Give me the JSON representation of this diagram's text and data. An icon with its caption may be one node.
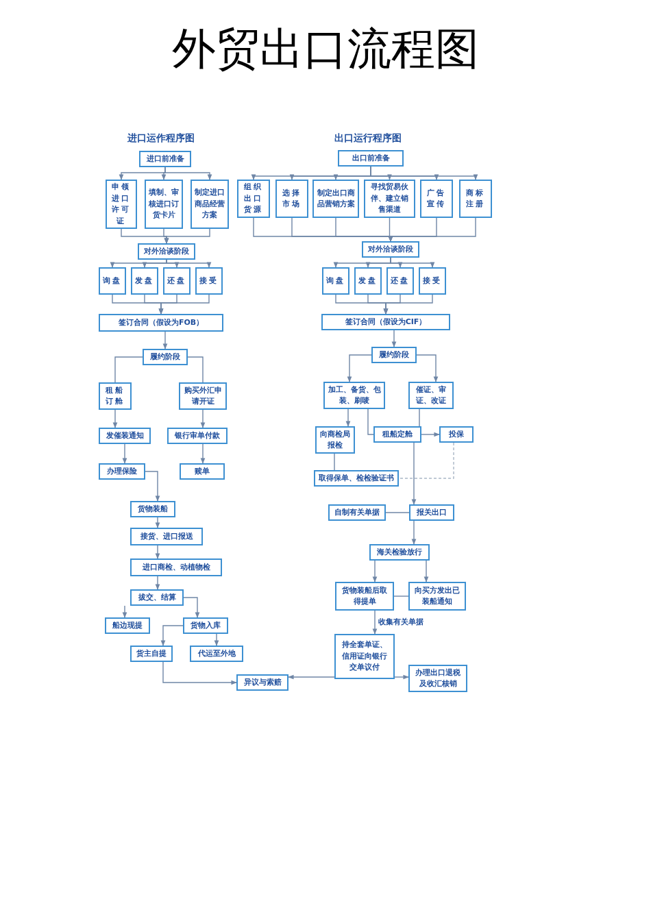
{
  "diagram": {
    "title": "外贸出口流程图",
    "nodes": [
      {
        "text": [
          "进口前准备"
        ]
      },
      {
        "text": [
          "申领进口许可证"
        ]
      },
      {
        "text": [
          "填制、审核进口订货卡片"
        ]
      },
      {
        "text": [
          "制定进口商品经营方案"
        ]
      },
      {
        "text": [
          "对外洽谈阶段"
        ]
      },
      {
        "text": [
          "询盘"
        ]
      },
      {
        "text": [
          "发盘"
        ]
      },
      {
        "text": [
          "还盘"
        ]
      },
      {
        "text": [
          "接受"
        ]
      },
      {
        "text": [
          "签订合同（假设为FOB）"
        ]
      },
      {
        "text": [
          "履约阶段"
        ]
      },
      {
        "text": [
          "租船订舱"
        ]
      },
      {
        "text": [
          "购买外汇申请开证"
        ]
      },
      {
        "text": [
          "发催装通知"
        ]
      },
      {
        "text": [
          "银行审单付款"
        ]
      },
      {
        "text": [
          "办理保险"
        ]
      },
      {
        "text": [
          "赎单"
        ]
      },
      {
        "text": [
          "货物装船"
        ]
      },
      {
        "text": [
          "接货、进口报送"
        ]
      },
      {
        "text": [
          "进口商检、动植物检"
        ]
      },
      {
        "text": [
          "拔交、结算"
        ]
      },
      {
        "text": [
          "船边现提"
        ]
      },
      {
        "text": [
          "货物入库"
        ]
      },
      {
        "text": [
          "货主自提"
        ]
      },
      {
        "text": [
          "代运至外地"
        ]
      },
      {
        "text": [
          "异议与索赔"
        ]
      },
      {
        "text": [
          "出口前准备"
        ]
      },
      {
        "text": [
          "组织出口货源"
        ]
      },
      {
        "text": [
          "选择市场"
        ]
      },
      {
        "text": [
          "制定出口商品营销方案"
        ]
      },
      {
        "text": [
          "寻找贸易伙伴、建立销售渠道"
        ]
      },
      {
        "text": [
          "广告宣传"
        ]
      },
      {
        "text": [
          "商标注册"
        ]
      },
      {
        "text": [
          "对外洽谈阶段"
        ]
      },
      {
        "text": [
          "询盘"
        ]
      },
      {
        "text": [
          "发盘"
        ]
      },
      {
        "text": [
          "还盘"
        ]
      },
      {
        "text": [
          "接受"
        ]
      },
      {
        "text": [
          "签订合同（假设为CIF）"
        ]
      },
      {
        "text": [
          "履约阶段"
        ]
      },
      {
        "text": [
          "加工、备货、包装、刷唛"
        ]
      },
      {
        "text": [
          "催证、审证、改证"
        ]
      },
      {
        "text": [
          "向商检局报检"
        ]
      },
      {
        "text": [
          "租船定舱"
        ]
      },
      {
        "text": [
          "投保"
        ]
      },
      {
        "text": [
          "取得保单、检检验证书"
        ]
      },
      {
        "text": [
          "自制有关单据"
        ]
      },
      {
        "text": [
          "报关出口"
        ]
      },
      {
        "text": [
          "海关检验放行"
        ]
      },
      {
        "text": [
          "货物装船后取得提单"
        ]
      },
      {
        "text": [
          "向买方发出已装船通知"
        ]
      },
      {
        "text": [
          "持全套单证、信用证向银行交单议付"
        ]
      },
      {
        "text": [
          "办理出口退税及收汇核销"
        ]
      }
    ],
    "edges": [
      {
        "from": 0,
        "to": 1,
        "arrow": "to"
      },
      {
        "from": 0,
        "to": 2,
        "arrow": "to"
      },
      {
        "from": 0,
        "to": 3,
        "arrow": "to"
      },
      {
        "from": 1,
        "to": 4,
        "arrow": "to"
      },
      {
        "from": 2,
        "to": 4,
        "arrow": "to"
      },
      {
        "from": 3,
        "to": 4,
        "arrow": "to"
      },
      {
        "from": 4,
        "to": 5,
        "arrow": "to"
      },
      {
        "from": 4,
        "to": 6,
        "arrow": "to"
      },
      {
        "from": 4,
        "to": 7,
        "arrow": "to"
      },
      {
        "from": 4,
        "to": 8,
        "arrow": "to"
      },
      {
        "from": 5,
        "to": 9,
        "arrow": "to"
      },
      {
        "from": 6,
        "to": 9,
        "arrow": "to"
      },
      {
        "from": 7,
        "to": 9,
        "arrow": "to"
      },
      {
        "from": 8,
        "to": 9,
        "arrow": "to"
      },
      {
        "from": 9,
        "to": 10,
        "arrow": "to"
      },
      {
        "from": 10,
        "to": 11,
        "arrow": "none"
      },
      {
        "from": 10,
        "to": 12,
        "arrow": "none"
      },
      {
        "from": 11,
        "to": 13,
        "arrow": "to"
      },
      {
        "from": 13,
        "to": 15,
        "arrow": "to"
      },
      {
        "from": 12,
        "to": 14,
        "arrow": "to"
      },
      {
        "from": 14,
        "to": 16,
        "arrow": "to"
      },
      {
        "from": 15,
        "to": 17,
        "arrow": "to"
      },
      {
        "from": 17,
        "to": 18,
        "arrow": "to"
      },
      {
        "from": 18,
        "to": 19,
        "arrow": "to"
      },
      {
        "from": 19,
        "to": 20,
        "arrow": "to"
      },
      {
        "from": 20,
        "to": 21,
        "arrow": "to"
      },
      {
        "from": 20,
        "to": 22,
        "arrow": "to"
      },
      {
        "from": 22,
        "to": 23,
        "arrow": "to"
      },
      {
        "from": 22,
        "to": 24,
        "arrow": "to"
      },
      {
        "from": 23,
        "to": 25,
        "arrow": "to"
      },
      {
        "from": 26,
        "to": 27,
        "arrow": "to"
      },
      {
        "from": 26,
        "to": 28,
        "arrow": "to"
      },
      {
        "from": 26,
        "to": 29,
        "arrow": "to"
      },
      {
        "from": 26,
        "to": 30,
        "arrow": "to"
      },
      {
        "from": 26,
        "to": 31,
        "arrow": "to"
      },
      {
        "from": 26,
        "to": 32,
        "arrow": "to"
      },
      {
        "from": 27,
        "to": 33,
        "arrow": "to"
      },
      {
        "from": 28,
        "to": 33,
        "arrow": "to"
      },
      {
        "from": 29,
        "to": 33,
        "arrow": "to"
      },
      {
        "from": 30,
        "to": 33,
        "arrow": "to"
      },
      {
        "from": 31,
        "to": 33,
        "arrow": "to"
      },
      {
        "from": 32,
        "to": 33,
        "arrow": "to"
      },
      {
        "from": 33,
        "to": 34,
        "arrow": "to"
      },
      {
        "from": 33,
        "to": 35,
        "arrow": "to"
      },
      {
        "from": 33,
        "to": 36,
        "arrow": "to"
      },
      {
        "from": 33,
        "to": 37,
        "arrow": "to"
      },
      {
        "from": 34,
        "to": 38,
        "arrow": "to"
      },
      {
        "from": 35,
        "to": 38,
        "arrow": "to"
      },
      {
        "from": 36,
        "to": 38,
        "arrow": "to"
      },
      {
        "from": 37,
        "to": 38,
        "arrow": "to"
      },
      {
        "from": 38,
        "to": 39,
        "arrow": "to"
      },
      {
        "from": 39,
        "to": 40,
        "arrow": "to"
      },
      {
        "from": 39,
        "to": 41,
        "arrow": "to"
      },
      {
        "from": 40,
        "to": 42,
        "arrow": "to"
      },
      {
        "from": 40,
        "to": 43,
        "arrow": "none"
      },
      {
        "from": 41,
        "to": 43,
        "arrow": "none"
      },
      {
        "from": 43,
        "to": 44,
        "arrow": "to"
      },
      {
        "from": 42,
        "to": 45,
        "arrow": "none"
      },
      {
        "from": 44,
        "to": 45,
        "arrow": "none",
        "style": "dashed"
      },
      {
        "from": 43,
        "to": 47,
        "arrow": "to"
      },
      {
        "from": 46,
        "to": 47,
        "arrow": "none"
      },
      {
        "from": 47,
        "to": 48,
        "arrow": "to"
      },
      {
        "from": 48,
        "to": 49,
        "arrow": "to"
      },
      {
        "from": 48,
        "to": 50,
        "arrow": "to"
      },
      {
        "from": 49,
        "to": 50,
        "arrow": "none"
      },
      {
        "from": 49,
        "to": 51,
        "arrow": "to",
        "label": "收集有关单据"
      },
      {
        "from": 51,
        "to": 52,
        "arrow": "to"
      },
      {
        "from": 51,
        "to": 25,
        "arrow": "to"
      }
    ],
    "labels": [
      "进口运作程序图",
      "出口运行程序图"
    ]
  }
}
